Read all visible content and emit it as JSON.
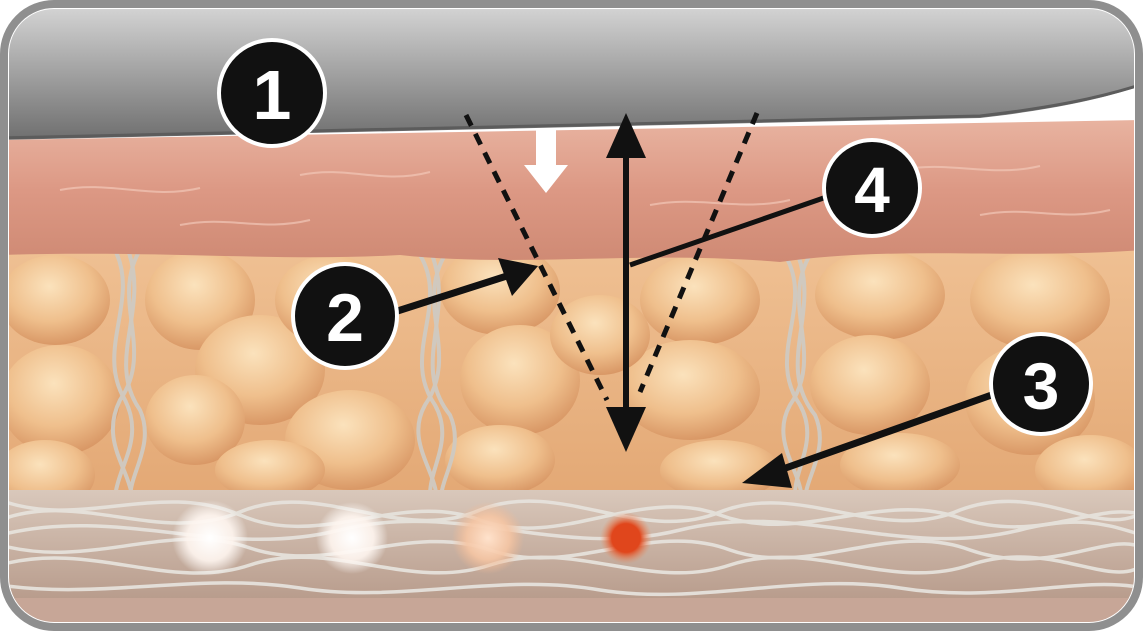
{
  "diagram": {
    "markers": [
      {
        "id": "1",
        "label": "1"
      },
      {
        "id": "2",
        "label": "2"
      },
      {
        "id": "3",
        "label": "3"
      },
      {
        "id": "4",
        "label": "4"
      }
    ],
    "colors": {
      "frame": "#8f8f8f",
      "transducer": "#9a9a9a",
      "skin": "#dd9a86",
      "fat": "#e8b27c",
      "septa": "#cfcac2",
      "fascia": "#cdbdb0",
      "focal_spot_hot": "#e0461c",
      "badge": "#111111"
    }
  }
}
